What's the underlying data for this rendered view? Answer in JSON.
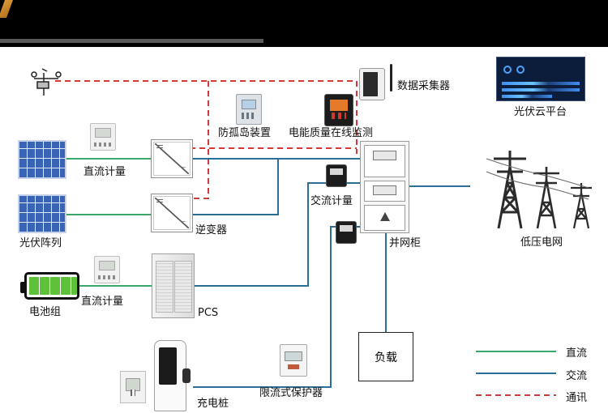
{
  "diagram": {
    "labels": {
      "pv_array": "光伏阵列",
      "dc_meter_pv": "直流计量",
      "inverter": "逆变器",
      "anti_islanding": "防孤岛装置",
      "power_quality": "电能质量在线监测",
      "data_collector": "数据采集器",
      "cloud_platform": "光伏云平台",
      "ac_meter": "交流计量",
      "grid_cabinet": "并网柜",
      "low_voltage_grid": "低压电网",
      "battery_pack": "电池组",
      "dc_meter_batt": "直流计量",
      "pcs": "PCS",
      "load": "负载",
      "charging_pile": "充电桩",
      "current_limiter": "限流式保护器"
    },
    "legend": [
      {
        "label": "直流",
        "color": "#3aa86b",
        "style": "solid"
      },
      {
        "label": "交流",
        "color": "#2a6e9a",
        "style": "solid"
      },
      {
        "label": "通讯",
        "color": "#d23b35",
        "style": "dashed"
      }
    ]
  },
  "colors": {
    "dc_line": "#3aa86b",
    "ac_line": "#2a6e9a",
    "comm_line": "#d23b35",
    "header_bg": "#000000"
  },
  "icons": {
    "weather_station": "weather-station-icon",
    "solar_panel": "solar-panel-icon",
    "transmission_tower": "power-tower-icon"
  }
}
